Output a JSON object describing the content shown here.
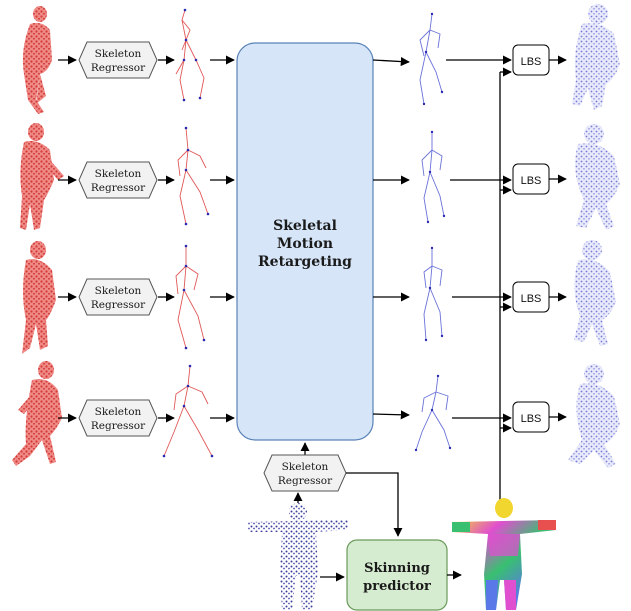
{
  "regressor_label_line1": "Skeleton",
  "regressor_label_line2": "Regressor",
  "retarget_line1": "Skeletal",
  "retarget_line2": "Motion",
  "retarget_line3": "Retargeting",
  "lbs_label": "LBS",
  "skinning_line1": "Skinning",
  "skinning_line2": "predictor",
  "colors": {
    "source": "#e8504d",
    "target": "#7a7fd6",
    "retarget_fill": "#d6e6f8",
    "retarget_stroke": "#5a82b8",
    "skin_fill": "#d6ecd0",
    "skin_stroke": "#6a9a5a",
    "box_fill": "#f2f2f2"
  },
  "icons": [
    "source-point-cloud-icon",
    "target-point-cloud-icon",
    "skeleton-icon",
    "colored-mesh-icon"
  ]
}
